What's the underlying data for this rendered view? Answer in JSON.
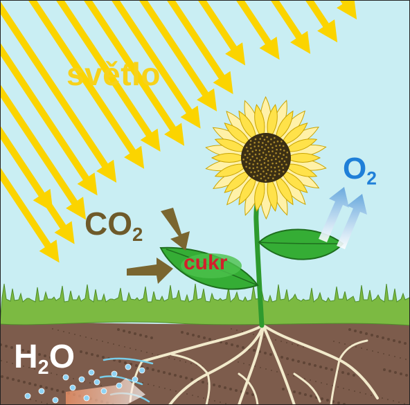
{
  "labels": {
    "light": "světlo",
    "oxygen": "O",
    "oxygen_sub": "2",
    "carbon_dioxide": "CO",
    "carbon_dioxide_sub": "2",
    "sugar": "cukr",
    "water": "H",
    "water_sub": "2",
    "water_tail": "O"
  },
  "colors": {
    "sky": "#c9eef3",
    "sun_rays": "#fbd400",
    "grass": "#7cba42",
    "soil": "#7d5c4c",
    "leaf": "#35ad35",
    "stem": "#2e9a2e",
    "petals": "#ffe24a",
    "flower_center": "#3b2f14",
    "oxygen_arrows": "#8cc0e6",
    "co2_arrows": "#7a6630",
    "roots": "#f2eacb",
    "water_drops": "#8fd3f4",
    "label_light": "#f7d21a",
    "label_oxygen": "#1f7fd8",
    "label_co2": "#6e5a2a",
    "label_sugar": "#d31f2b",
    "label_water": "#ffffff"
  },
  "icons": [
    "sun-ray-arrow",
    "sunflower",
    "leaf",
    "root",
    "co2-arrow",
    "oxygen-arrow",
    "water-drop"
  ]
}
